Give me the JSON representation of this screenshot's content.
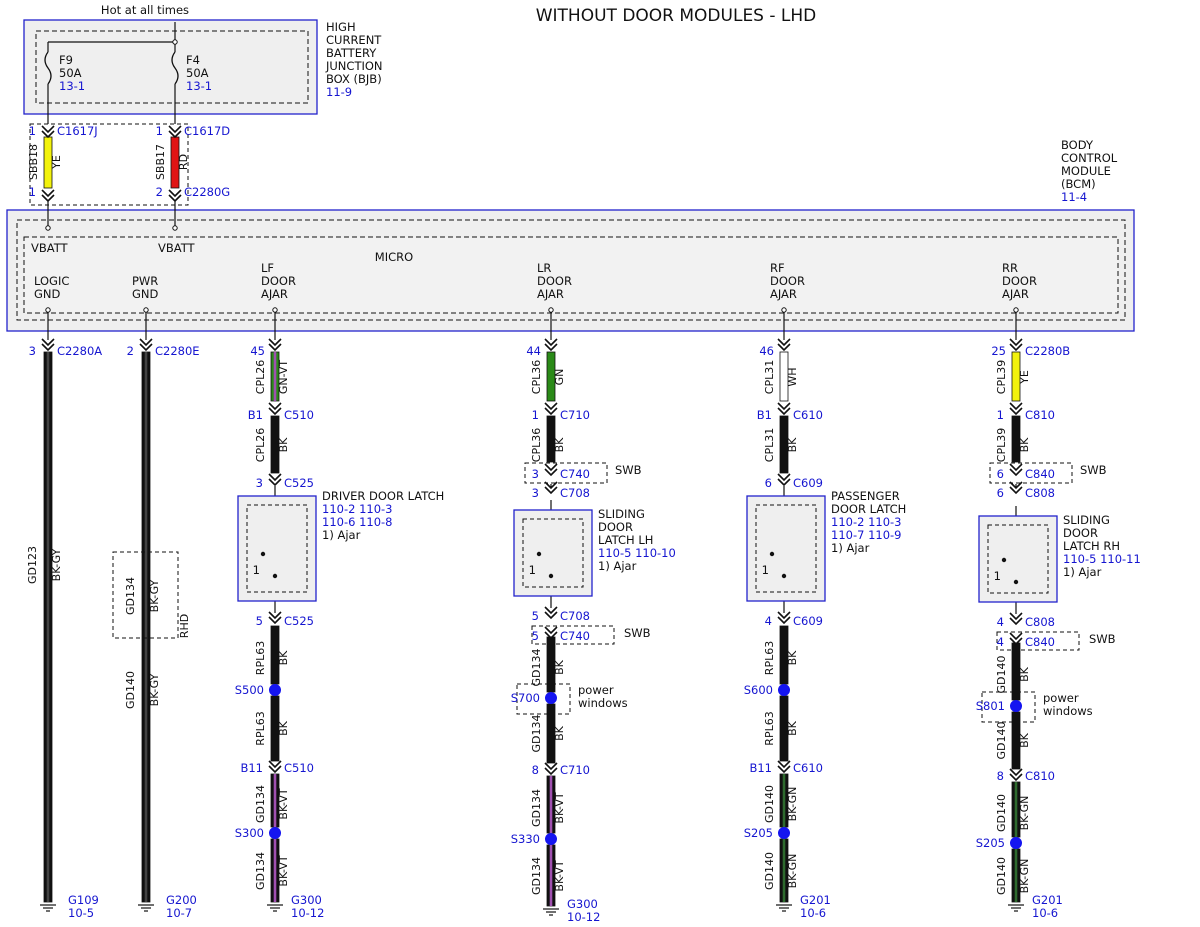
{
  "title": "WITHOUT DOOR MODULES - LHD",
  "hot_label": "Hot at all times",
  "colors": {
    "blue": "#1515d0",
    "yellow": "#f2f20c",
    "red": "#e01414",
    "green": "#2a8a18",
    "white": "#ffffff",
    "black": "#111111",
    "violet": "#a050b0",
    "dkgreen": "#2e6a2e",
    "splice": "#1515f0"
  },
  "bjb": {
    "name_lines": [
      "HIGH",
      "CURRENT",
      "BATTERY",
      "JUNCTION",
      "BOX (BJB)"
    ],
    "ref": "11-9",
    "fuses": [
      {
        "id": "F9",
        "amps": "50A",
        "ref": "13-1"
      },
      {
        "id": "F4",
        "amps": "50A",
        "ref": "13-1"
      }
    ]
  },
  "bcm": {
    "name_lines": [
      "BODY",
      "CONTROL",
      "MODULE",
      "(BCM)"
    ],
    "ref": "11-4",
    "micro": "MICRO",
    "vbatt": "VBATT",
    "inputs": [
      [
        "LOGIC",
        "GND"
      ],
      [
        "PWR",
        "GND"
      ],
      [
        "LF",
        "DOOR",
        "AJAR"
      ],
      [
        "LR",
        "DOOR",
        "AJAR"
      ],
      [
        "RF",
        "DOOR",
        "AJAR"
      ],
      [
        "RR",
        "DOOR",
        "AJAR"
      ]
    ]
  },
  "supply": [
    {
      "top_pin": "1",
      "top_conn": "C1617J",
      "circuit": "SBB18",
      "color": "YE",
      "bottom_pin": "1"
    },
    {
      "top_pin": "1",
      "top_conn": "C1617D",
      "circuit": "SBB17",
      "color": "RD",
      "bottom_pin": "2",
      "bottom_conn": "C2280G"
    }
  ],
  "gnd_branches": [
    {
      "pin": "3",
      "conn": "C2280A",
      "circuit": "GD123",
      "color": "BK-GY",
      "ground": "G109",
      "ground_ref": "10-5"
    },
    {
      "pin": "2",
      "conn": "C2280E",
      "circuit": "GD140",
      "color": "BK-GY",
      "ground": "G200",
      "ground_ref": "10-7",
      "rhd": {
        "circuit": "GD134",
        "color": "BK-GY",
        "label": "RHD"
      }
    }
  ],
  "doors": [
    {
      "bcm_pin": "45",
      "bcm_conn": "",
      "wire1_circuit": "CPL26",
      "wire1_color": "GN-VT",
      "c1_pin": "B1",
      "c1_conn": "C510",
      "wire2_circuit": "CPL26",
      "wire2_color": "BK",
      "swb_top": null,
      "latch_in_pin": "3",
      "latch_in_conn": "C525",
      "latch_name": [
        "DRIVER DOOR LATCH"
      ],
      "latch_refs": [
        "110-2  110-3",
        "110-6  110-8"
      ],
      "latch_note": "1) Ajar",
      "latch_pin1": "1",
      "latch_out_pin": "5",
      "latch_out_conn": "C525",
      "swb_bottom": null,
      "wire3_circuit": "RPL63",
      "wire3_color": "BK",
      "splice1": "S500",
      "splice1_note": null,
      "wire4_circuit": "RPL63",
      "wire4_color": "BK",
      "c2_pin": "B11",
      "c2_conn": "C510",
      "wire5_circuit": "GD134",
      "wire5_color": "BK-VT",
      "splice2": "S300",
      "wire6_circuit": "GD134",
      "wire6_color": "BK-VT",
      "ground": "G300",
      "ground_ref": "10-12"
    },
    {
      "bcm_pin": "44",
      "bcm_conn": "",
      "wire1_circuit": "CPL36",
      "wire1_color": "GN",
      "c1_pin": "1",
      "c1_conn": "C710",
      "wire2_circuit": "CPL36",
      "wire2_color": "BK",
      "swb_top": {
        "pin": "3",
        "conn": "C740",
        "label": "SWB"
      },
      "latch_in_pin": "3",
      "latch_in_conn": "C708",
      "latch_name": [
        "SLIDING",
        "DOOR",
        "LATCH LH"
      ],
      "latch_refs": [
        "110-5    110-10"
      ],
      "latch_note": "1) Ajar",
      "latch_pin1": "1",
      "latch_out_pin": "5",
      "latch_out_conn": "C708",
      "swb_bottom": {
        "pin": "5",
        "conn": "C740",
        "label": "SWB"
      },
      "wire3_circuit": "GD134",
      "wire3_color": "BK",
      "splice1": "S700",
      "splice1_note": [
        "power",
        "windows"
      ],
      "wire4_circuit": "GD134",
      "wire4_color": "BK",
      "c2_pin": "8",
      "c2_conn": "C710",
      "wire5_circuit": "GD134",
      "wire5_color": "BK-VT",
      "splice2": "S330",
      "wire6_circuit": "GD134",
      "wire6_color": "BK-VT",
      "ground": "G300",
      "ground_ref": "10-12"
    },
    {
      "bcm_pin": "46",
      "bcm_conn": "",
      "wire1_circuit": "CPL31",
      "wire1_color": "WH",
      "c1_pin": "B1",
      "c1_conn": "C610",
      "wire2_circuit": "CPL31",
      "wire2_color": "BK",
      "swb_top": null,
      "latch_in_pin": "6",
      "latch_in_conn": "C609",
      "latch_name": [
        "PASSENGER",
        "DOOR LATCH"
      ],
      "latch_refs": [
        "110-2  110-3",
        "110-7  110-9"
      ],
      "latch_note": "1) Ajar",
      "latch_pin1": "1",
      "latch_out_pin": "4",
      "latch_out_conn": "C609",
      "swb_bottom": null,
      "wire3_circuit": "RPL63",
      "wire3_color": "BK",
      "splice1": "S600",
      "splice1_note": null,
      "wire4_circuit": "RPL63",
      "wire4_color": "BK",
      "c2_pin": "B11",
      "c2_conn": "C610",
      "wire5_circuit": "GD140",
      "wire5_color": "BK-GN",
      "splice2": "S205",
      "wire6_circuit": "GD140",
      "wire6_color": "BK-GN",
      "ground": "G201",
      "ground_ref": "10-6"
    },
    {
      "bcm_pin": "25",
      "bcm_conn": "C2280B",
      "wire1_circuit": "CPL39",
      "wire1_color": "YE",
      "c1_pin": "1",
      "c1_conn": "C810",
      "wire2_circuit": "CPL39",
      "wire2_color": "BK",
      "swb_top": {
        "pin": "6",
        "conn": "C840",
        "label": "SWB"
      },
      "latch_in_pin": "6",
      "latch_in_conn": "C808",
      "latch_name": [
        "SLIDING",
        "DOOR",
        "LATCH RH"
      ],
      "latch_refs": [
        "110-5    110-11"
      ],
      "latch_note": "1) Ajar",
      "latch_pin1": "1",
      "latch_out_pin": "4",
      "latch_out_conn": "C808",
      "swb_bottom": {
        "pin": "4",
        "conn": "C840",
        "label": "SWB"
      },
      "wire3_circuit": "GD140",
      "wire3_color": "BK",
      "splice1": "S801",
      "splice1_note": [
        "power",
        "windows"
      ],
      "wire4_circuit": "GD140",
      "wire4_color": "BK",
      "c2_pin": "8",
      "c2_conn": "C810",
      "wire5_circuit": "GD140",
      "wire5_color": "BK-GN",
      "splice2": "S205",
      "wire6_circuit": "GD140",
      "wire6_color": "BK-GN",
      "ground": "G201",
      "ground_ref": "10-6"
    }
  ]
}
